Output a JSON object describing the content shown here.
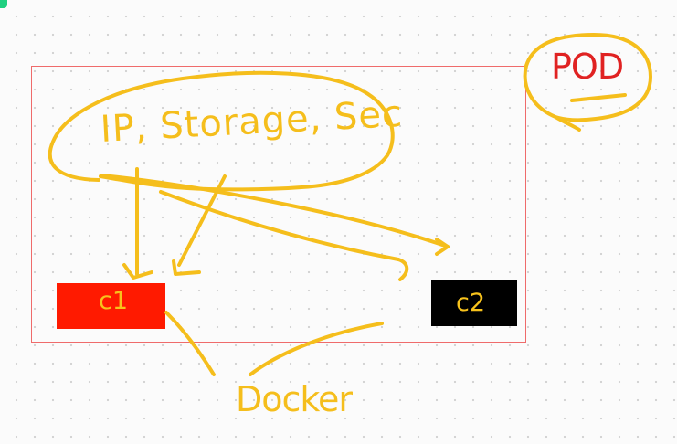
{
  "diagram": {
    "network_note": "IP, Storage, Sec",
    "pod_label": "POD",
    "container_1_label": "c1",
    "container_2_label": "c2",
    "runtime_label": "Docker"
  },
  "colors": {
    "pod_outline": "#ef6b6b",
    "container_1_fill": "#ff1a00",
    "container_2_fill": "#000000",
    "ink_yellow": "#f5be1c",
    "ink_red": "#e02222",
    "corner_tab": "#1fd080"
  },
  "icons": {
    "corner_tab": "selection-corner-icon"
  }
}
